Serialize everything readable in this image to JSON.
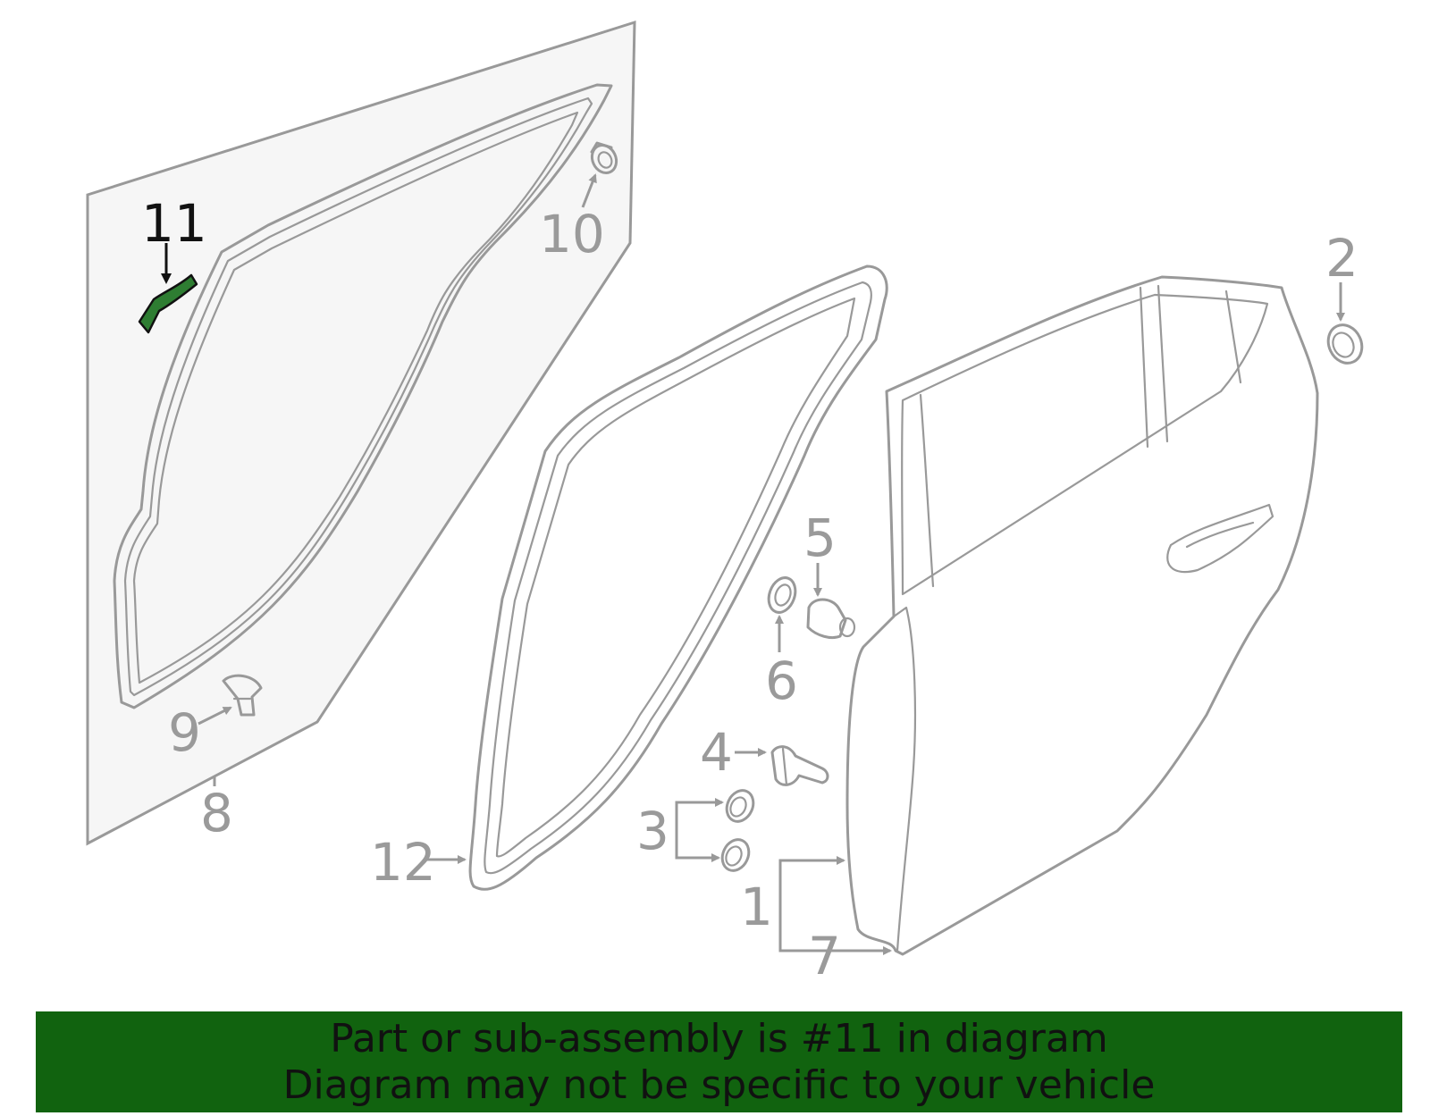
{
  "highlight_color": "#2e7d32",
  "banner_color": "#11630f",
  "callouts": {
    "c1": "1",
    "c2": "2",
    "c3": "3",
    "c4": "4",
    "c5": "5",
    "c6": "6",
    "c7": "7",
    "c8": "8",
    "c9": "9",
    "c10": "10",
    "c11": "11",
    "c12": "12"
  },
  "banner": {
    "line1": "Part or sub-assembly is #11 in diagram",
    "line2": "Diagram may not be specific to your vehicle"
  }
}
